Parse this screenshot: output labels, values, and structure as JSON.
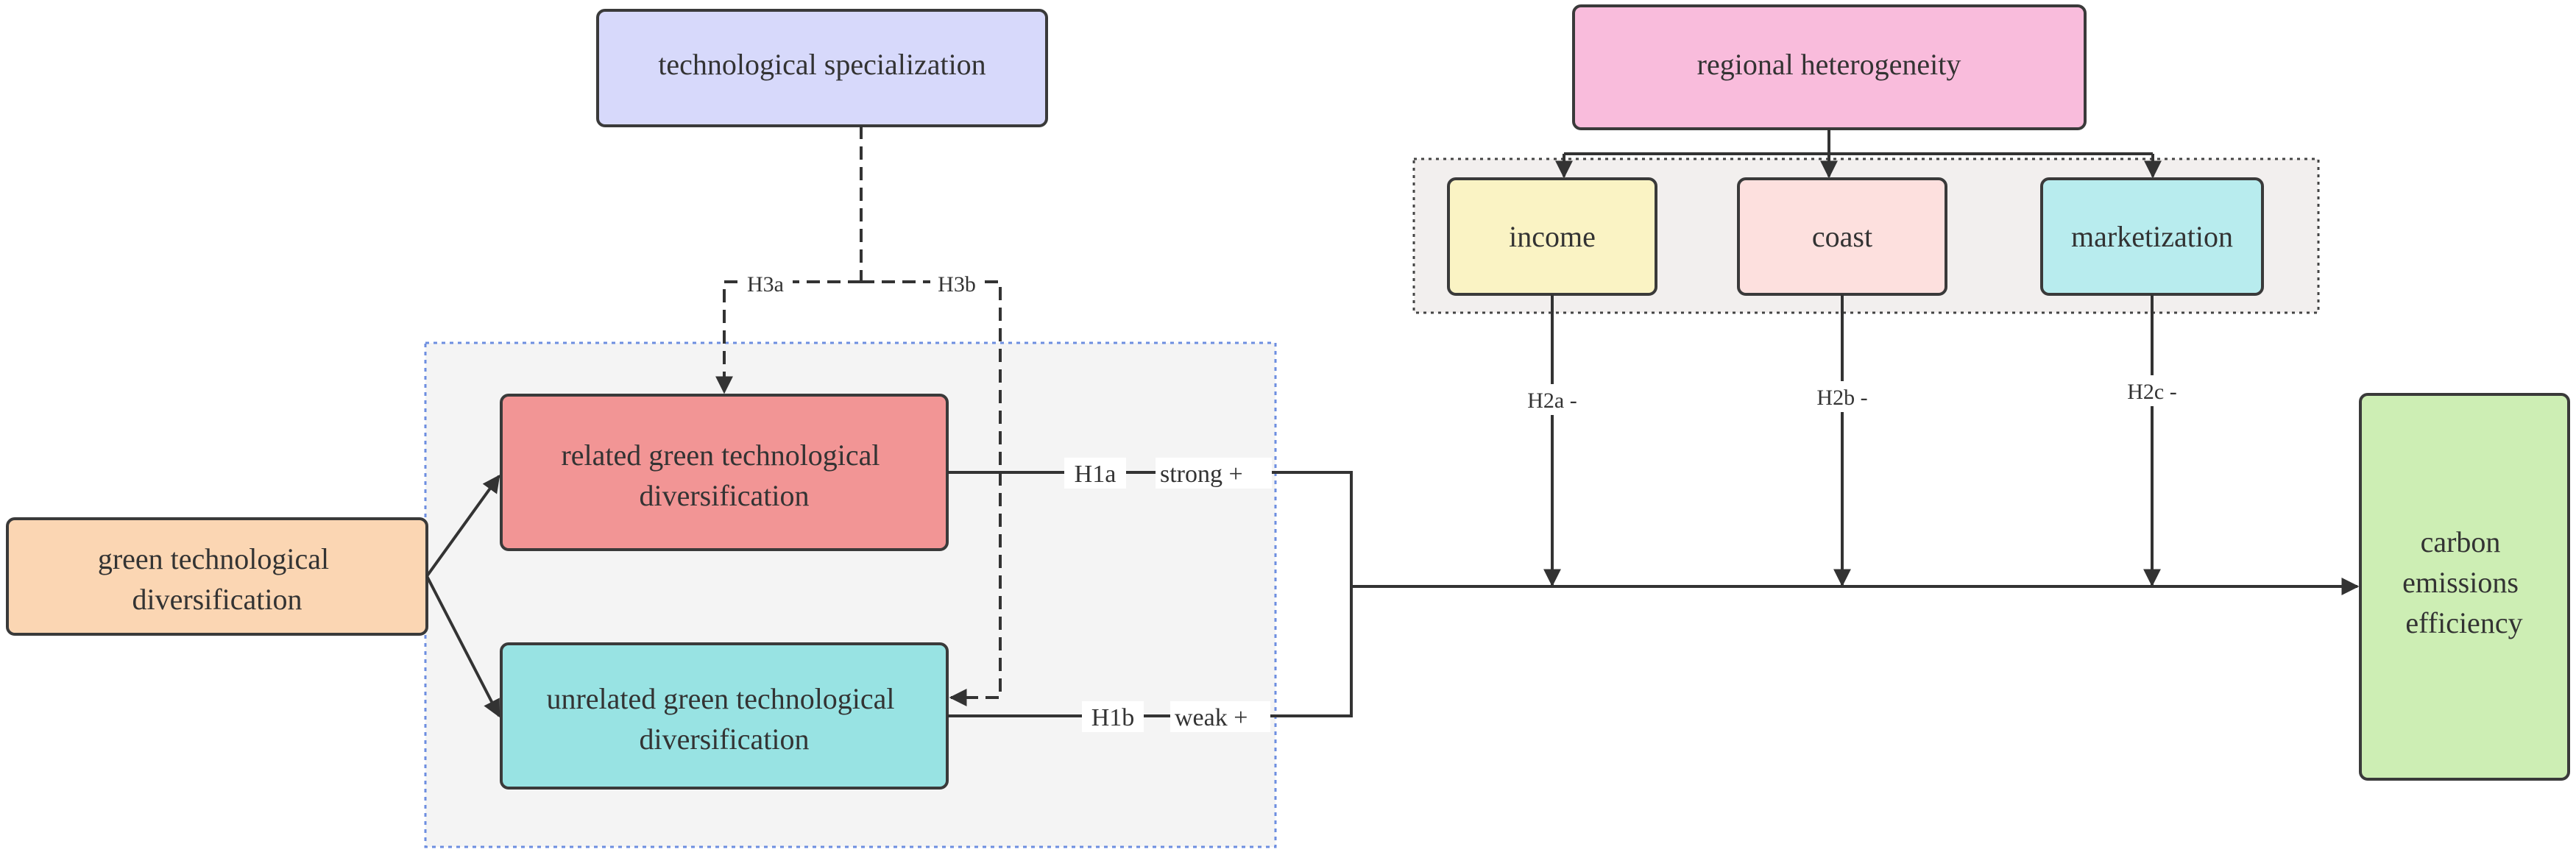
{
  "nodes": {
    "tech_spec": "technological specialization",
    "regional_het": "regional heterogeneity",
    "income": "income",
    "coast": "coast",
    "marketization": "marketization",
    "green_div": [
      "green technological",
      "diversification"
    ],
    "related_div": [
      "related green technological",
      "diversification"
    ],
    "unrelated_div": [
      "unrelated green technological",
      "diversification"
    ],
    "carbon": [
      "carbon",
      "emissions",
      "efficiency"
    ]
  },
  "edge_labels": {
    "h3a": "H3a",
    "h3b": "H3b",
    "h1a": "H1a",
    "strong": "strong +",
    "h1b": "H1b",
    "weak": "weak +",
    "h2a": "H2a -",
    "h2b": "H2b -",
    "h2c": "H2c -"
  },
  "colors": {
    "tech_spec": "#d7d9fb",
    "regional_het": "#f9bcdc",
    "income": "#faf3c4",
    "coast": "#fde0de",
    "marketization": "#b8ecee",
    "green_div": "#fbd6b3",
    "related_div": "#f29595",
    "unrelated_div": "#98e3e3",
    "carbon": "#cdeeb4",
    "group_fill": "#f4f4f4",
    "group_border": "#6d8ee0",
    "moderator_fill": "#f2efee"
  }
}
